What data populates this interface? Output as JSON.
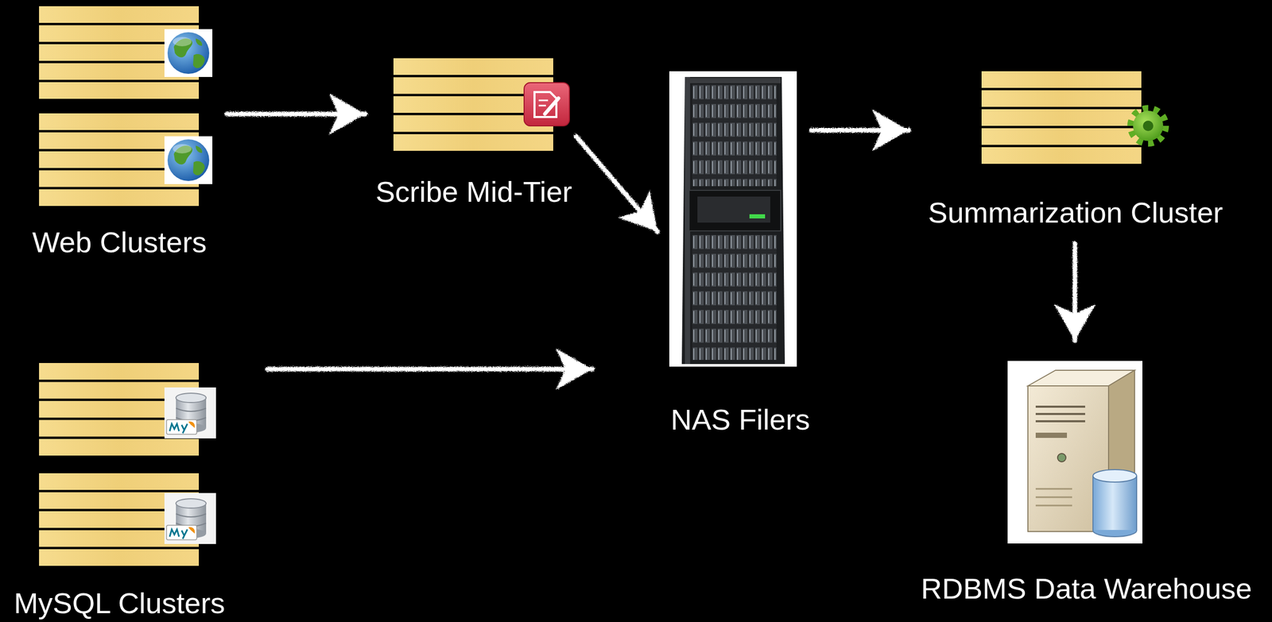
{
  "diagram": {
    "nodes": [
      {
        "text": [
          "Web Clusters"
        ]
      },
      {
        "text": [
          "Scribe Mid-Tier"
        ]
      },
      {
        "text": [
          "NAS Filers"
        ]
      },
      {
        "text": [
          "Summarization Cluster"
        ]
      },
      {
        "text": [
          "MySQL Clusters"
        ]
      },
      {
        "text": [
          "RDBMS Data Warehouse"
        ]
      }
    ],
    "edges": [
      {
        "from": 0,
        "to": 1,
        "arrow": "to"
      },
      {
        "from": 1,
        "to": 2,
        "arrow": "to"
      },
      {
        "from": 4,
        "to": 2,
        "arrow": "to"
      },
      {
        "from": 2,
        "to": 3,
        "arrow": "to"
      },
      {
        "from": 3,
        "to": 5,
        "arrow": "to"
      }
    ]
  }
}
